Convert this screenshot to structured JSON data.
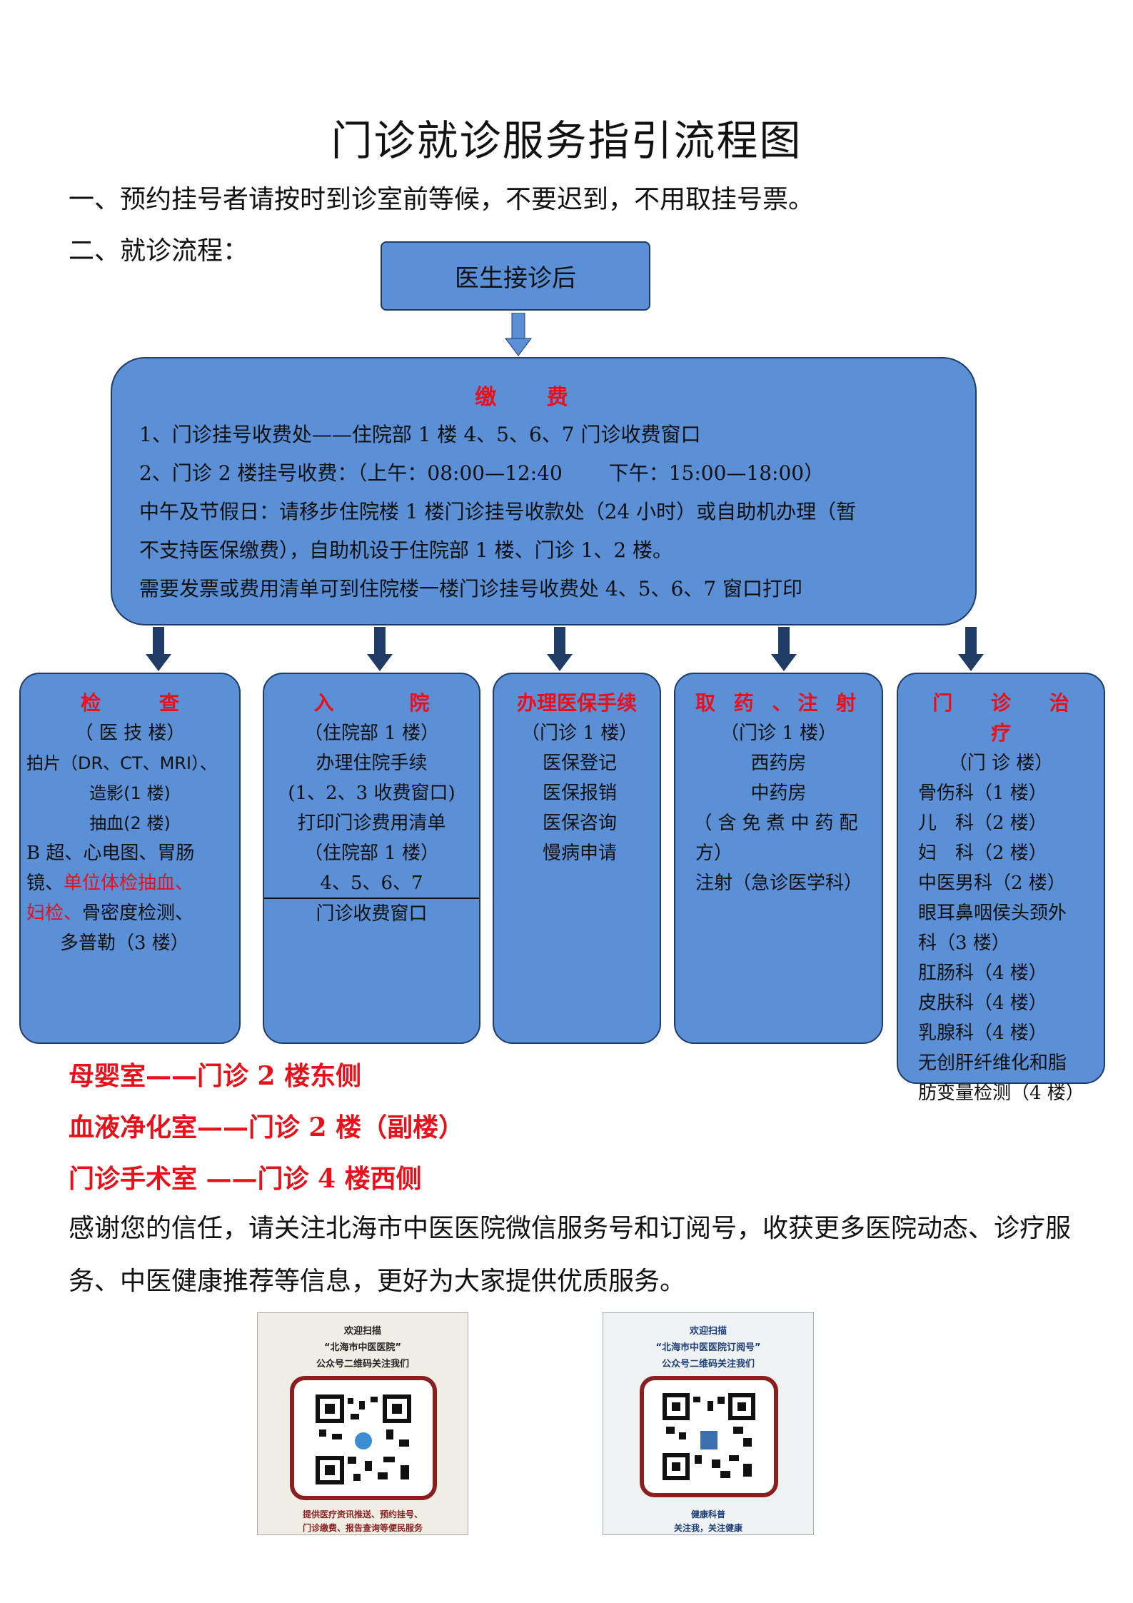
{
  "title": "门诊就诊服务指引流程图",
  "intro": {
    "line1": "一、预约挂号者请按时到诊室前等候，不要迟到，不用取挂号票。",
    "line2": "二、就诊流程："
  },
  "flow": {
    "top_box": "医生接诊后",
    "payment": {
      "heading": "缴 费",
      "lines": [
        "1、门诊挂号收费处——住院部 1 楼 4、5、6、7 门诊收费窗口",
        "2、门诊 2 楼挂号收费：（上午：08:00—12:40　　 下午：15:00—18:00）",
        "中午及节假日：请移步住院楼 1 楼门诊挂号收款处（24 小时）或自助机办理（暂",
        "不支持医保缴费），自助机设于住院部 1 楼、门诊 1、2 楼。",
        "需要发票或费用清单可到住院楼一楼门诊挂号收费处 4、5、6、7 窗口打印"
      ]
    },
    "columns": {
      "exam": {
        "heading": "检 查",
        "location": "（ 医 技 楼）",
        "l1": "拍片（DR、CT、MRI）、",
        "l2": "造影(1 楼)",
        "l3": "抽血(2 楼)",
        "l4": "B 超、心电图、胃肠",
        "l5a": "镜、",
        "l5b": "单位体检抽血、",
        "l6a": "妇检、",
        "l6b": "骨密度检测、",
        "l7": "多普勒（3 楼）"
      },
      "admission": {
        "heading": "入 院",
        "lines": [
          "（住院部 1 楼）",
          "办理住院手续",
          "(1、2、3 收费窗口)",
          "打印门诊费用清单",
          "（住院部 1 楼）",
          "4、5、6、7",
          "门诊收费窗口"
        ]
      },
      "insurance": {
        "heading": "办理医保手续",
        "lines": [
          "（门诊 1 楼）",
          "医保登记",
          "医保报销",
          "医保咨询",
          "慢病申请"
        ]
      },
      "pharmacy": {
        "heading": "取 药 、注 射",
        "lines": [
          "（门诊 1 楼）",
          "西药房",
          "中药房",
          "（含免煮中药配",
          "方）",
          "注射（急诊医学科）"
        ]
      },
      "clinic": {
        "heading": "门 诊 治 疗",
        "lines": [
          "（门 诊 楼）",
          "骨伤科（1 楼）",
          "儿　科（2 楼）",
          "妇　科（2 楼）",
          "中医男科（2 楼）",
          "眼耳鼻咽侯头颈外",
          "科（3 楼）",
          "肛肠科（4 楼）",
          "皮肤科（4 楼）",
          "乳腺科（4 楼）",
          "无创肝纤维化和脂",
          "肪变量检测（4 楼）"
        ]
      }
    }
  },
  "rooms": [
    "母婴室——门诊 2 楼东侧",
    "血液净化室——门诊 2 楼（副楼）",
    "门诊手术室 ——门诊 4 楼西侧"
  ],
  "thanks": "感谢您的信任，请关注北海市中医医院微信服务号和订阅号，收获更多医院动态、诊疗服务、中医健康推荐等信息，更好为大家提供优质服务。",
  "qr": {
    "left": {
      "l1": "欢迎扫描",
      "l2": "“北海市中医医院”",
      "l3": "公众号二维码关注我们",
      "f1": "提供医疗资讯推送、预约挂号、",
      "f2": "门诊缴费、报告查询等便民服务"
    },
    "right": {
      "l1": "欢迎扫描",
      "l2": "“北海市中医医院订阅号”",
      "l3": "公众号二维码关注我们",
      "f1": "健康科普",
      "f2": "关注我，关注健康"
    }
  },
  "colors": {
    "box_fill": "#5b8fd6",
    "box_border": "#1f3b66",
    "accent_red": "#e8101a",
    "arrow": "#1f3b66"
  }
}
